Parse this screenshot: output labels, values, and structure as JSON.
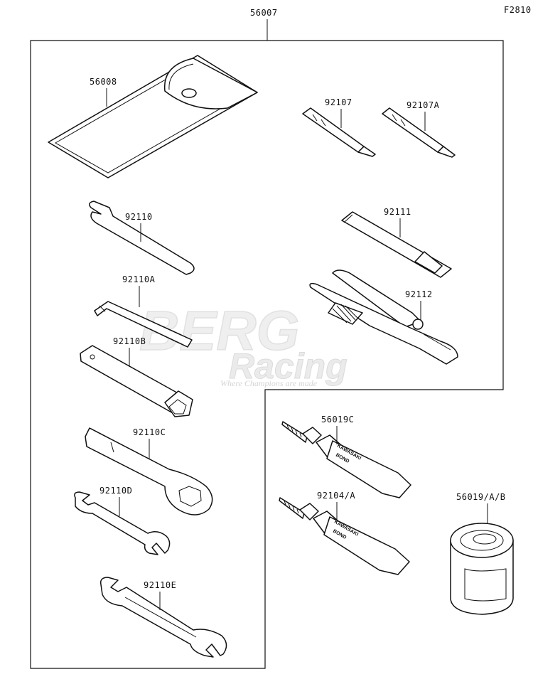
{
  "figure_code": "F2810",
  "kit_part_no": "56007",
  "watermark": {
    "brand_line1": "BERG",
    "brand_line2": "Racing",
    "tagline": "Where Champions are made"
  },
  "tube_print": {
    "brand": "KAWASAKI",
    "product": "BOND"
  },
  "parts": [
    {
      "part_no": "56008",
      "item": "tool-bag"
    },
    {
      "part_no": "92107",
      "item": "screwdriver"
    },
    {
      "part_no": "92107A",
      "item": "screwdriver"
    },
    {
      "part_no": "92110",
      "item": "hook-wrench"
    },
    {
      "part_no": "92111",
      "item": "screwdriver-handle"
    },
    {
      "part_no": "92110A",
      "item": "hex-key"
    },
    {
      "part_no": "92112",
      "item": "pliers"
    },
    {
      "part_no": "92110B",
      "item": "box-spanner"
    },
    {
      "part_no": "92110C",
      "item": "ring-wrench"
    },
    {
      "part_no": "92110D",
      "item": "open-end-wrench"
    },
    {
      "part_no": "92110E",
      "item": "open-end-wrench"
    },
    {
      "part_no": "56019C",
      "item": "bond-tube"
    },
    {
      "part_no": "92104/A",
      "item": "bond-tube"
    },
    {
      "part_no": "56019/A/B",
      "item": "bond-can"
    }
  ]
}
